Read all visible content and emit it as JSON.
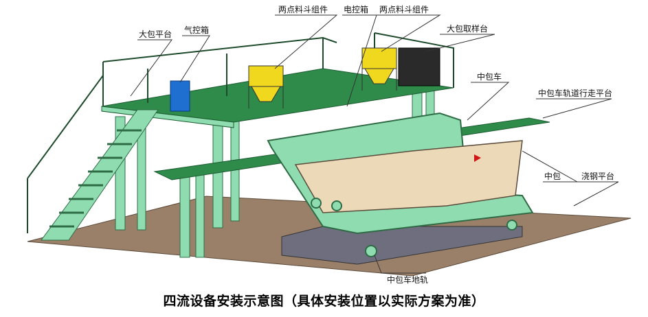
{
  "title": "四流设备安装示意图（具体安装位置以实际方案为准）",
  "labels": {
    "ladle_platform": "大包平台",
    "pneumatic_box": "气控箱",
    "two_point_hopper_1": "两点料斗组件",
    "electric_box": "电控箱",
    "two_point_hopper_2": "两点料斗组件",
    "ladle_sampling": "大包取样台",
    "tundish_car": "中包车",
    "tundish_car_walkway": "中包车轨道行走平台",
    "tundish": "中包",
    "casting_platform": "浇钢平台",
    "tundish_car_rail": "中包车地轨"
  },
  "colors": {
    "structure_green": "#2e8b4a",
    "light_green": "#8fdcb0",
    "floor": "#9a8068",
    "tundish": "#ecd9b8",
    "hopper": "#f0d81e",
    "cabinet": "#1e6fd0"
  }
}
